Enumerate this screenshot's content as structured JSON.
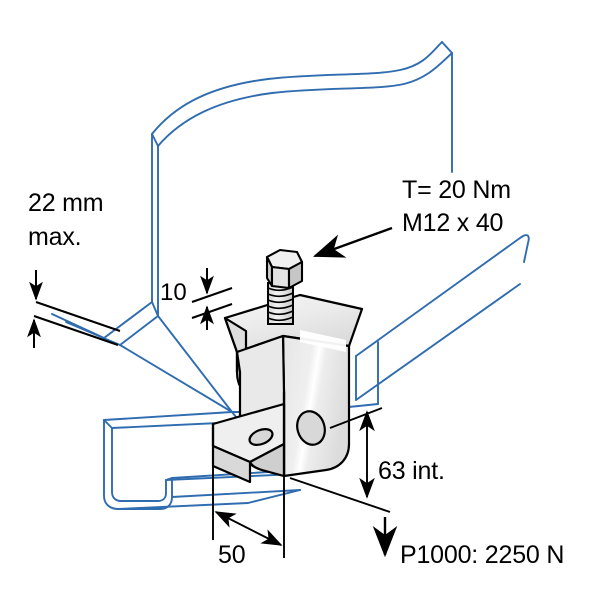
{
  "drawing": {
    "title": "Beam clamp installation detail",
    "colors": {
      "context_blue": "#2f6cb0",
      "outline_black": "#000000",
      "metal_light": "#f2f2f2",
      "metal_mid": "#e2e2e2",
      "metal_dark": "#cfcfcf",
      "metal_shadow": "#bdbdbd",
      "background": "#ffffff"
    },
    "annotations": {
      "flange_thickness_line1": "22 mm",
      "flange_thickness_line2": "max.",
      "jaw_gap": "10",
      "torque": "T= 20 Nm",
      "bolt_spec": "M12 x 40",
      "height_interior": "63 int.",
      "depth": "50",
      "load_rating": "P1000: 2250 N"
    },
    "parts": {
      "beam_flange": "i-beam-flange",
      "strut_channel": "p1000-strut-channel",
      "clamp_body": "beam-clamp-body",
      "bolt": "hex-head-set-screw",
      "hole_upper": "oval-hole-upper",
      "hole_lower": "oval-hole-lower"
    }
  }
}
